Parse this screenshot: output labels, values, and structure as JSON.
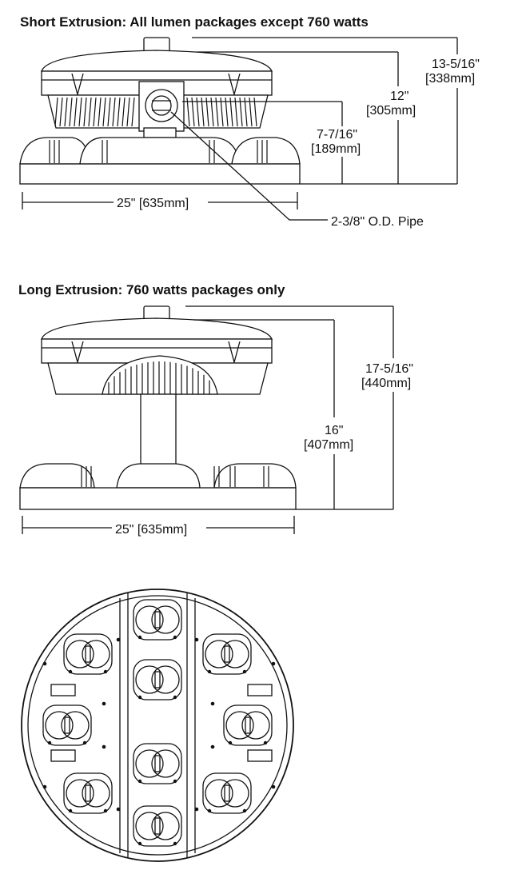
{
  "short_section": {
    "title": "Short Extrusion: All lumen packages except 760 watts",
    "width_label": "25\" [635mm]",
    "pipe_label": "2-3/8\" O.D. Pipe",
    "dim_a_in": "7-7/16\"",
    "dim_a_mm": "[189mm]",
    "dim_b_in": "12\"",
    "dim_b_mm": "[305mm]",
    "dim_c_in": "13-5/16\"",
    "dim_c_mm": "[338mm]"
  },
  "long_section": {
    "title": "Long Extrusion: 760 watts packages only",
    "width_label": "25\" [635mm]",
    "dim_a_in": "16\"",
    "dim_a_mm": "[407mm]",
    "dim_b_in": "17-5/16\"",
    "dim_b_mm": "[440mm]"
  },
  "bottom_view": {
    "led_modules": 10
  }
}
